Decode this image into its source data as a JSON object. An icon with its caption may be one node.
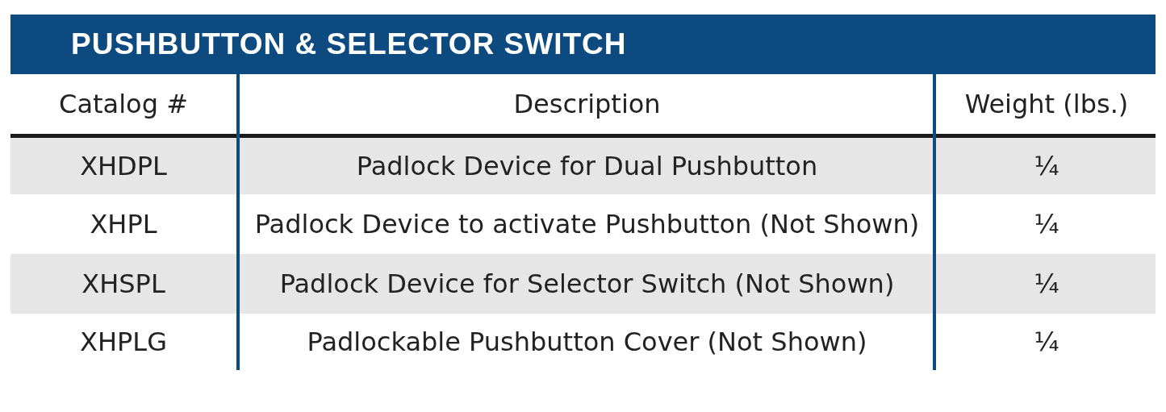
{
  "diagram": {
    "title": "PUSHBUTTON & SELECTOR SWITCH",
    "labels": [
      "Catalog #",
      "Description",
      "Weight (lbs.)",
      "XHDPL",
      "Padlock Device for Dual Pushbutton",
      "¼",
      "XHPL",
      "Padlock Device to activate Pushbutton (Not Shown)",
      "¼",
      "XHSPL",
      "Padlock Device for Selector Switch (Not Shown)",
      "¼",
      "XHPLG",
      "Padlockable Pushbutton Cover (Not Shown)",
      "¼"
    ]
  }
}
